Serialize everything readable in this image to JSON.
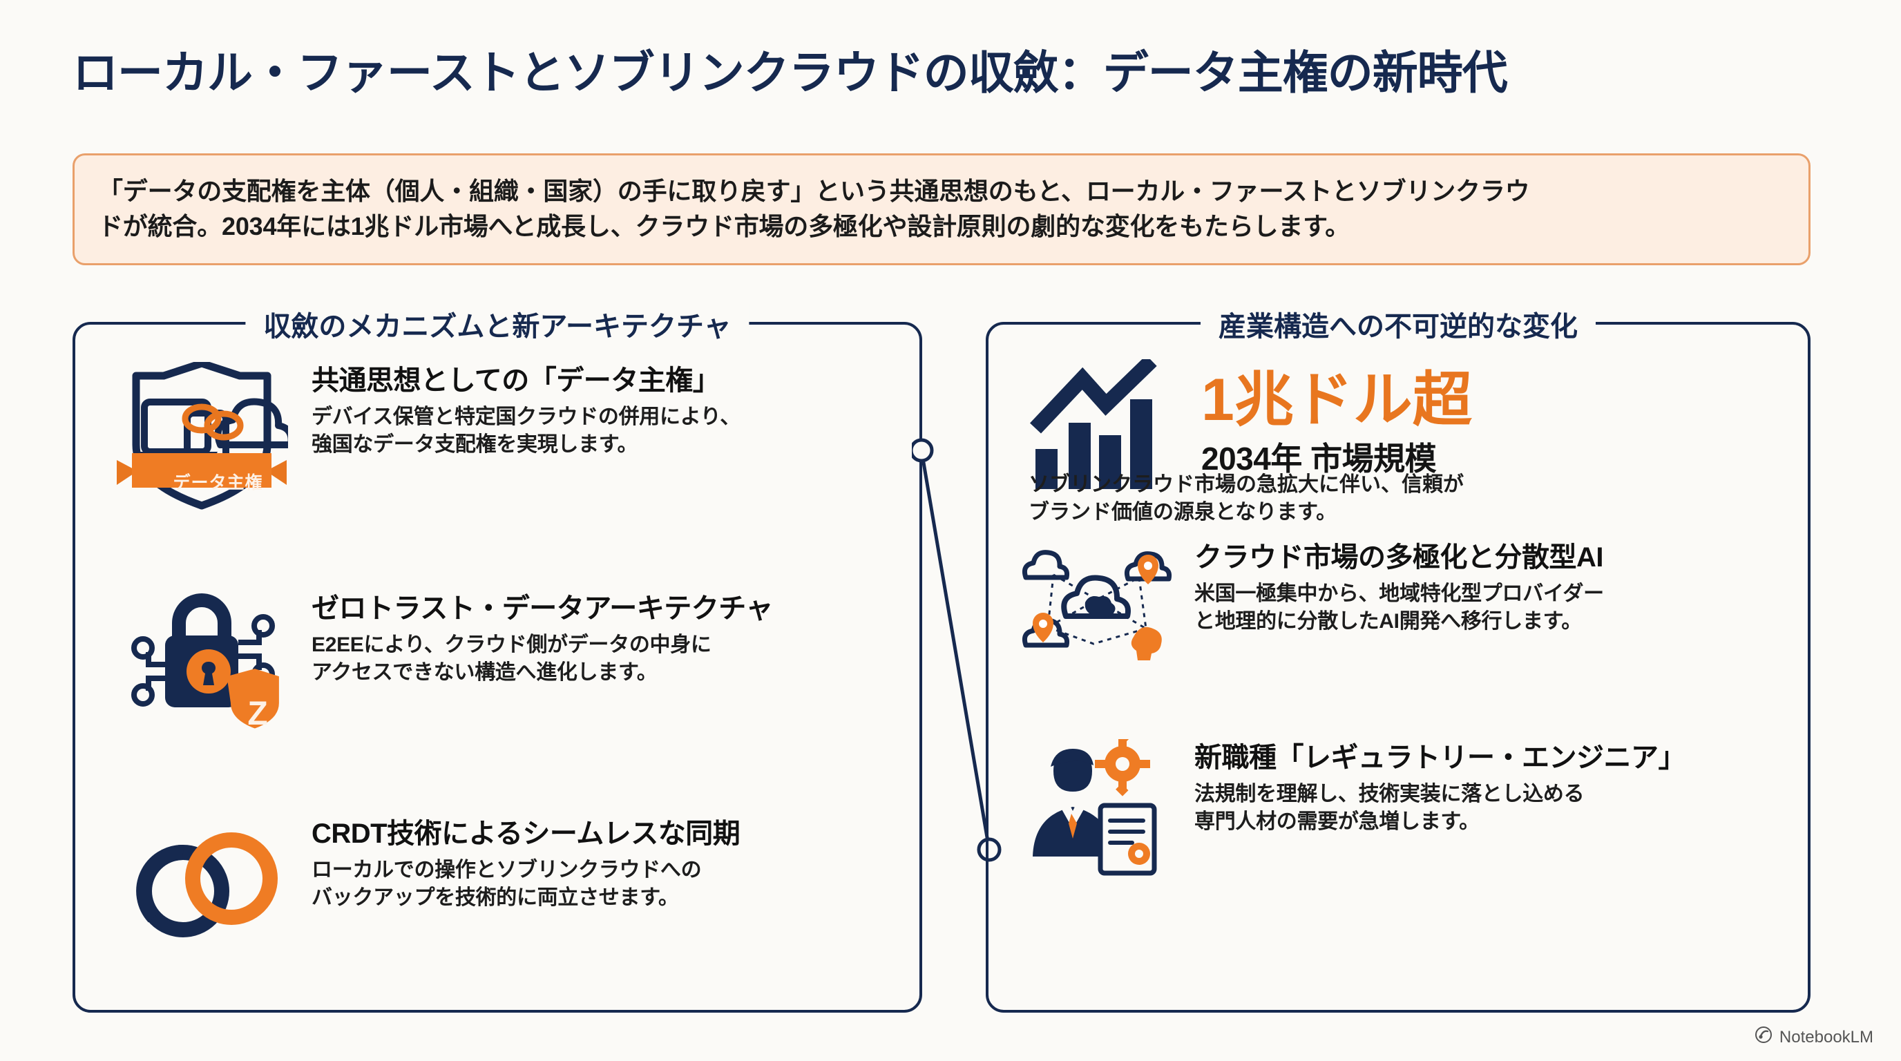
{
  "title": "ローカル・ファーストとソブリンクラウドの収斂：データ主権の新時代",
  "summary": {
    "line1": "「データの支配権を主体（個人・組織・国家）の手に取り戻す」という共通思想のもと、ローカル・ファーストとソブリンクラウ",
    "line2": "ドが統合。2034年には1兆ドル市場へと成長し、クラウド市場の多極化や設計原則の劇的な変化をもたらします。"
  },
  "panels": {
    "left": {
      "title": "収斂のメカニズムと新アーキテクチャ",
      "items": [
        {
          "icon": "data-sovereignty-shield-icon",
          "badge": "データ主権",
          "heading": "共通思想としての「データ主権」",
          "body_lines": [
            "デバイス保管と特定国クラウドの併用により、",
            "強国なデータ支配権を実現します。"
          ]
        },
        {
          "icon": "zero-trust-lock-icon",
          "badge": "Z",
          "heading": "ゼロトラスト・データアーキテクチャ",
          "body_lines": [
            "E2EEにより、クラウド側がデータの中身に",
            "アクセスできない構造へ進化します。"
          ]
        },
        {
          "icon": "crdt-interlocking-rings-icon",
          "heading": "CRDT技術によるシームレスな同期",
          "body_lines": [
            "ローカルでの操作とソブリンクラウドへの",
            "バックアップを技術的に両立させます。"
          ]
        }
      ]
    },
    "right": {
      "title": "産業構造への不可逆的な変化",
      "stat": {
        "icon": "growth-bar-chart-icon",
        "value": "1兆ドル超",
        "label": "2034年 市場規模",
        "desc_lines": [
          "ソブリンクラウド市場の急拡大に伴い、信頼が",
          "ブランド価値の源泉となります。"
        ]
      },
      "items": [
        {
          "icon": "distributed-cloud-ai-network-icon",
          "heading": "クラウド市場の多極化と分散型AI",
          "body_lines": [
            "米国一極集中から、地域特化型プロバイダー",
            "と地理的に分散したAI開発へ移行します。"
          ]
        },
        {
          "icon": "regulatory-engineer-person-icon",
          "heading": "新職種「レギュラトリー・エンジニア」",
          "body_lines": [
            "法規制を理解し、技術実装に落とし込める",
            "専門人材の需要が急増します。"
          ]
        }
      ]
    }
  },
  "watermark": {
    "icon": "notebooklm-logo-icon",
    "label": "NotebookLM"
  },
  "colors": {
    "navy": "#16294f",
    "orange": "#e8761f",
    "summary_bg": "#fdeee2",
    "summary_border": "#e9a06b",
    "page_bg": "#fbfaf7"
  }
}
